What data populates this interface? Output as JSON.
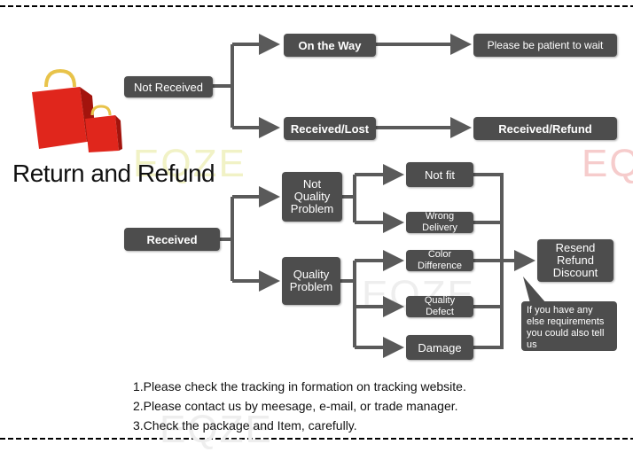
{
  "title": "Return and Refund",
  "watermark": "EQZE",
  "watermark_partial": "EQ",
  "nodes": {
    "not_received": "Not Received",
    "on_the_way": "On the Way",
    "please_wait": "Please be patient to wait",
    "received_lost": "Received/Lost",
    "received_refund": "Received/Refund",
    "received": "Received",
    "not_quality_problem": "Not Quality Problem",
    "quality_problem": "Quality Problem",
    "not_fit": "Not fit",
    "wrong_delivery": "Wrong Delivery",
    "color_difference": "Color Difference",
    "quality_defect": "Quality Defect",
    "damage": "Damage",
    "resend_refund_discount": "Resend Refund Discount"
  },
  "bubble_text": "If you have any else requirements you could also tell us",
  "notes": [
    "1.Please check the tracking in formation on tracking website.",
    "2.Please contact us by meesage, e-mail, or trade manager.",
    "3.Check the package and Item, carefully."
  ],
  "colors": {
    "box": "#4d4d4d",
    "arrow": "#5a5a5a",
    "bag_red": "#e0261c",
    "bag_handle": "#e8c34a",
    "watermark": "#f1f2c6",
    "watermark_pink": "#f6cccc"
  }
}
